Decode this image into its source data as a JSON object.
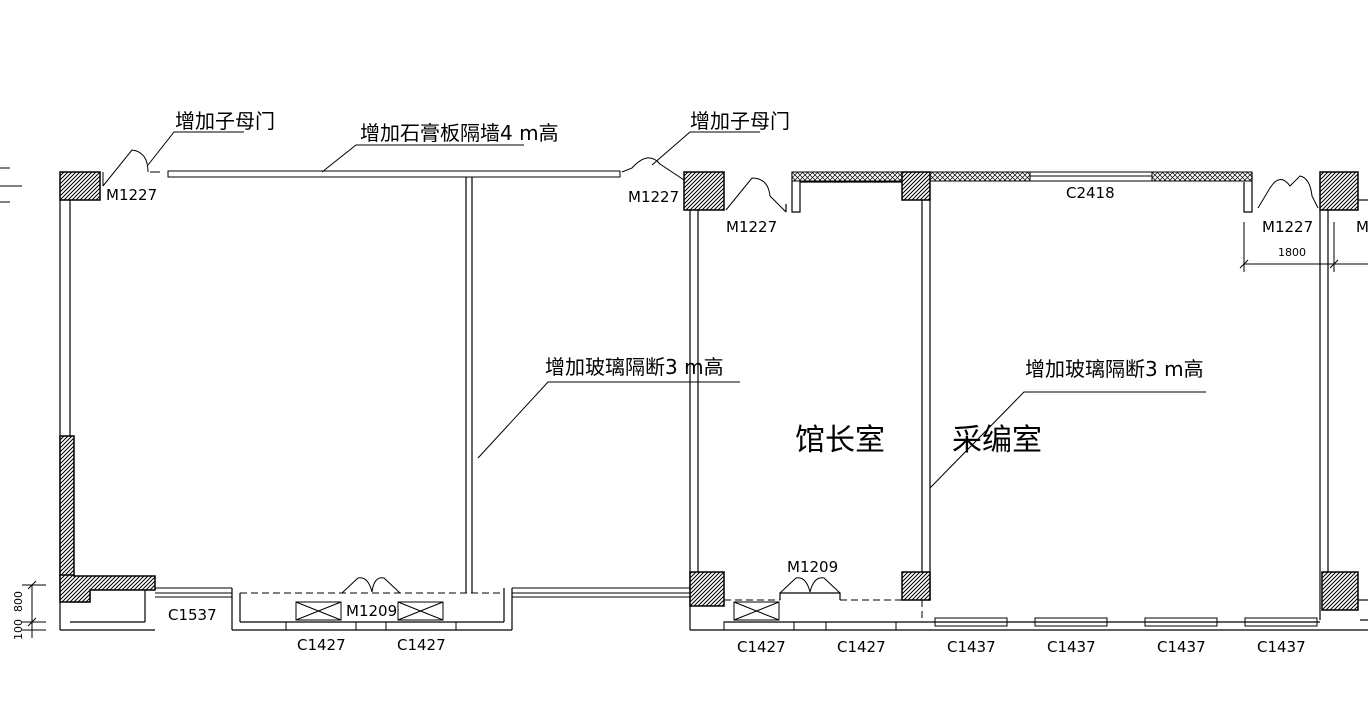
{
  "annotations": {
    "add_door_left": "增加子母门",
    "add_gypsum_wall": "增加石膏板隔墙4 m高",
    "add_door_mid": "增加子母门",
    "add_glass_partition_1": "增加玻璃隔断3 m高",
    "add_glass_partition_2": "增加玻璃隔断3 m高"
  },
  "rooms": {
    "director_office": "馆长室",
    "editorial_office": "采编室"
  },
  "doors": {
    "d1": "M1227",
    "d2": "M1227",
    "d3": "M1227",
    "d4": "M1227",
    "d5": "M",
    "d6": "M1209",
    "d7": "M1209"
  },
  "windows": {
    "top": "C2418",
    "w1": "C1537",
    "w2": "C1427",
    "w3": "C1427",
    "w4": "C1427",
    "w5": "C1427",
    "w6": "C1437",
    "w7": "C1437",
    "w8": "C1437",
    "w9": "C1437"
  },
  "dimensions": {
    "d1800": "1800",
    "d800": "800",
    "d100": "100"
  }
}
